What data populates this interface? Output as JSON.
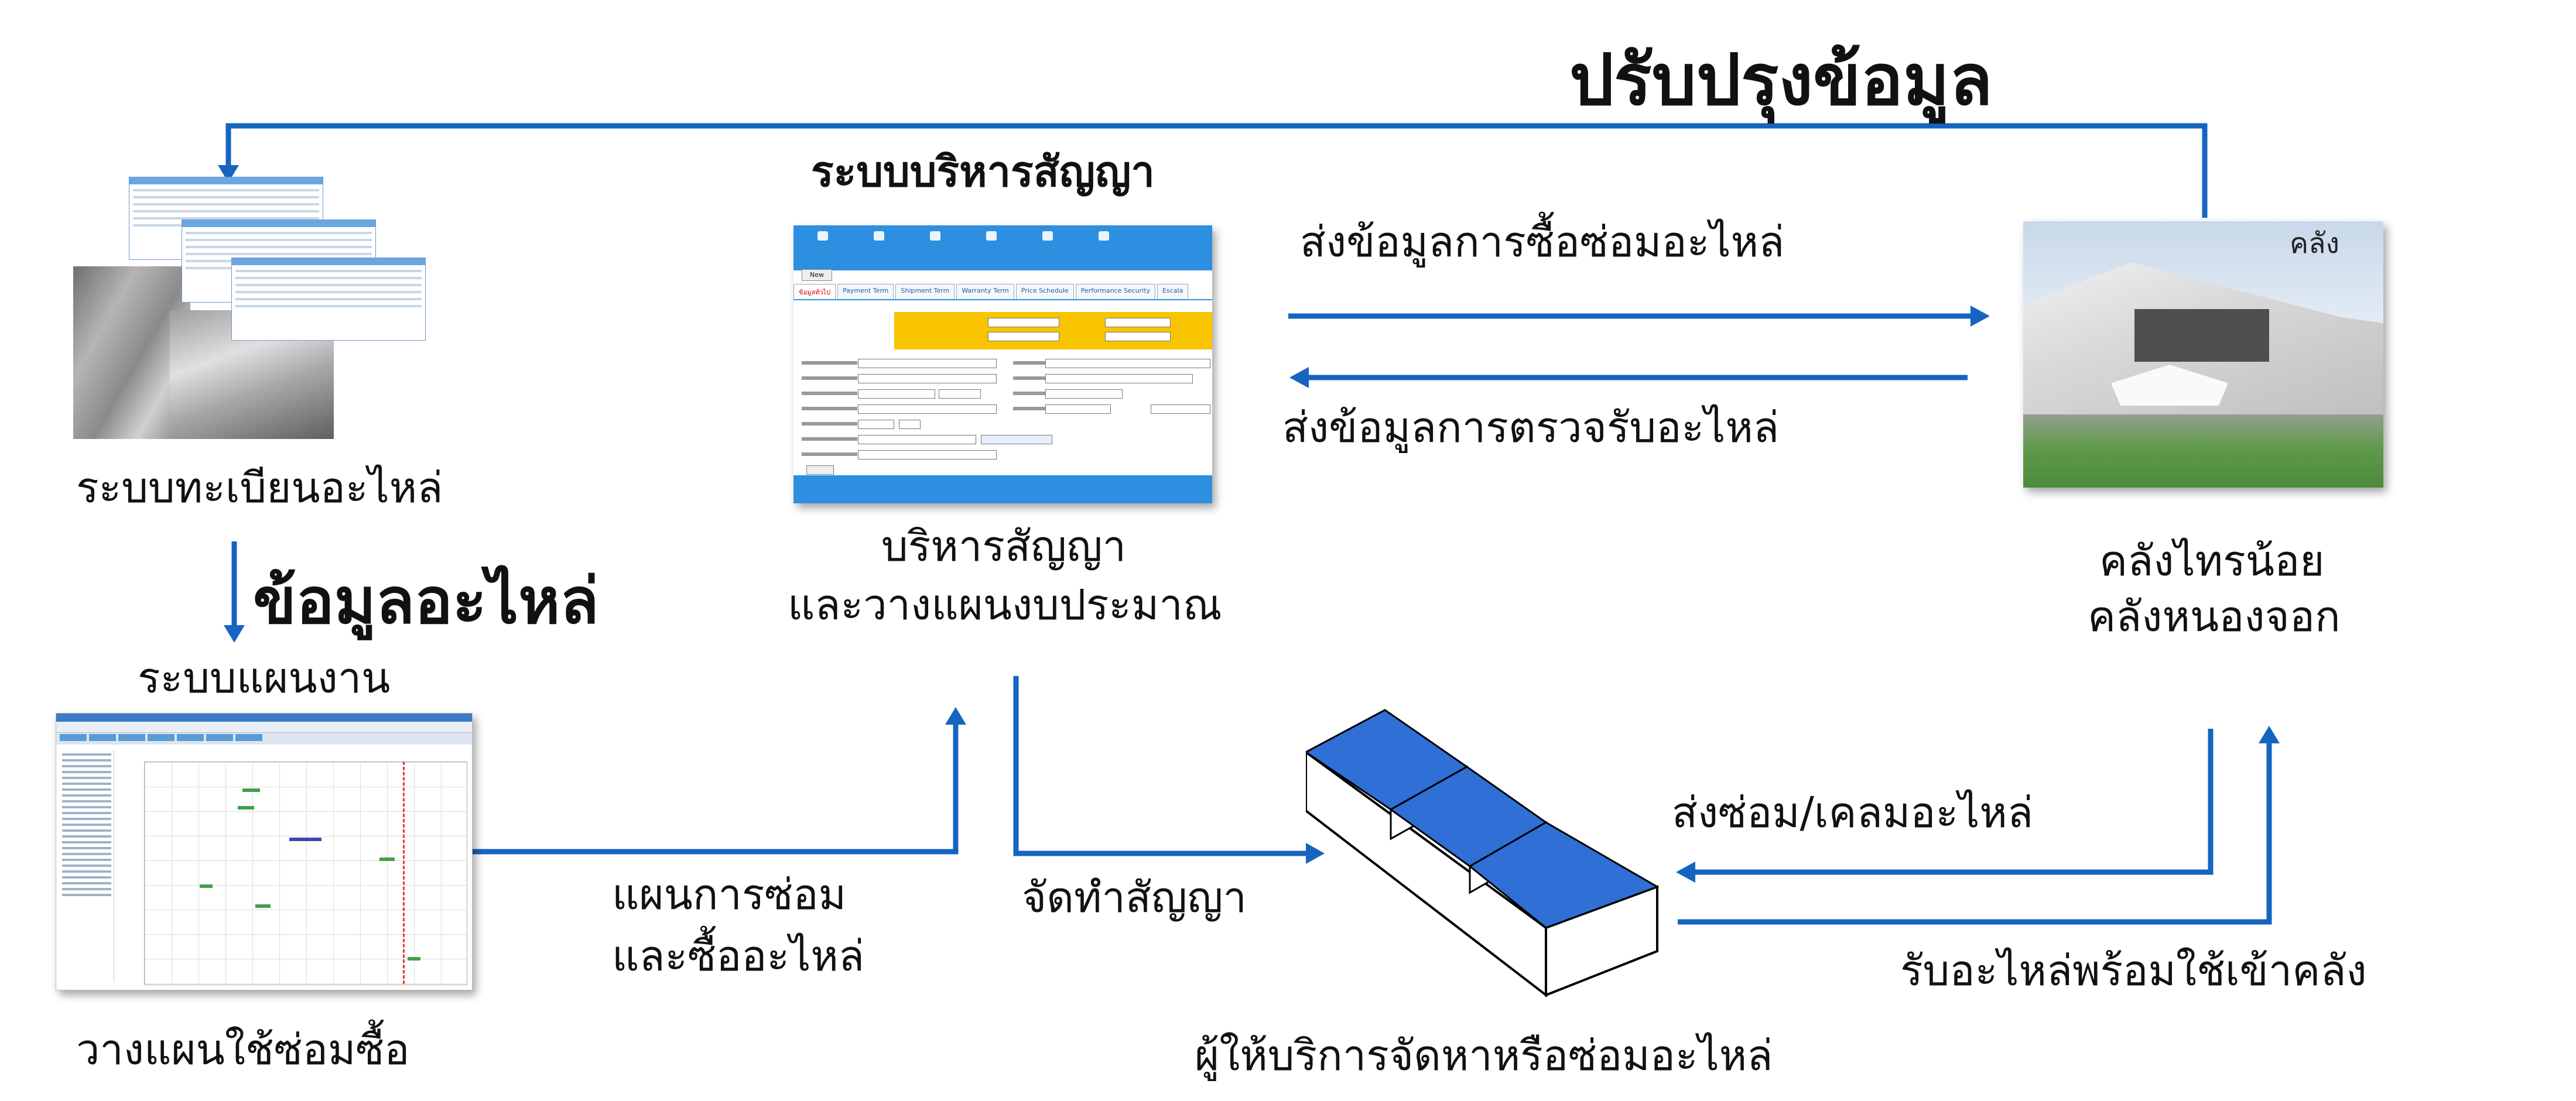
{
  "title_update": "ปรับปรุงข้อมูล",
  "contract_system_title": "ระบบบริหารสัญญา",
  "send_purchase_repair": "ส่งข้อมูลการซื้อซ่อมอะไหล่",
  "send_inspection": "ส่งข้อมูลการตรวจรับอะไหล่",
  "register_system": "ระบบทะเบียนอะไหล่",
  "parts_data": "ข้อมูลอะไหล่",
  "plan_system": "ระบบแผนงาน",
  "plan_use_repair_buy": "วางแผนใช้ซ่อมซื้อ",
  "repair_buy_plan_line1": "แผนการซ่อม",
  "repair_buy_plan_line2": "และซื้ออะไหล่",
  "contract_mgmt_line1": "บริหารสัญญา",
  "contract_mgmt_line2": "และวางแผนงบประมาณ",
  "make_contract": "จัดทำสัญญา",
  "send_repair_claim": "ส่งซ่อม/เคลมอะไหล่",
  "receive_ready": "รับอะไหล่พร้อมใช้เข้าคลัง",
  "provider": "ผู้ให้บริการจัดหาหรือซ่อมอะไหล่",
  "warehouse_line1": "คลังไทรน้อย",
  "warehouse_line2": "คลังหนองจอก",
  "warehouse_sign": "คลัง",
  "contract_screen": {
    "new_button": "New",
    "tabs": [
      "ข้อมูลทั่วไป",
      "Payment Term",
      "Shipment Term",
      "Warranty Term",
      "Price Schedule",
      "Performance Security",
      "Escala"
    ]
  },
  "colors": {
    "arrow": "#1565c0",
    "roof": "#2f6fd6",
    "nav": "#2d8fe0"
  }
}
